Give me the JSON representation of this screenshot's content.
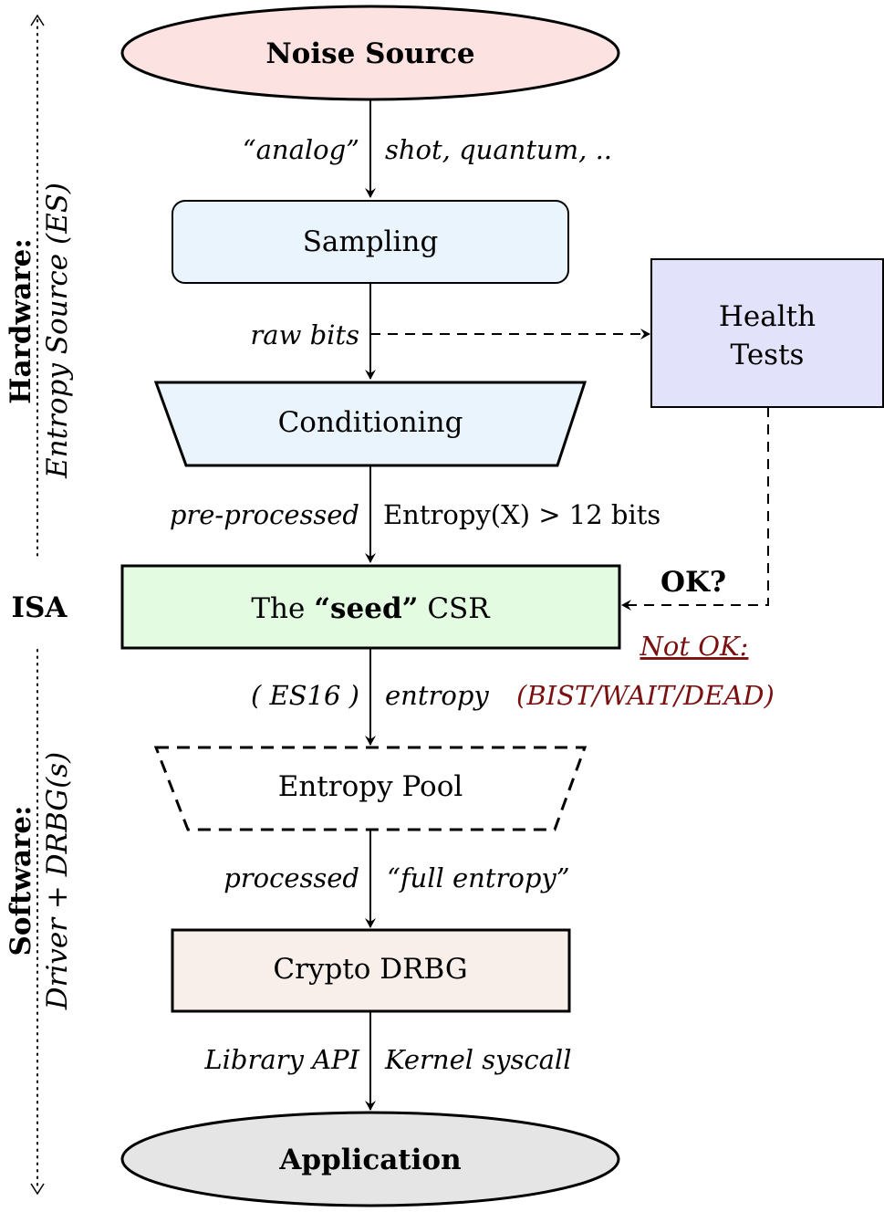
{
  "nodes": {
    "noise_source": "Noise Source",
    "sampling": "Sampling",
    "conditioning": "Conditioning",
    "health_tests_line1": "Health",
    "health_tests_line2": "Tests",
    "seed_prefix": "The",
    "seed_bold": "“seed”",
    "seed_suffix": "CSR",
    "entropy_pool": "Entropy Pool",
    "crypto_drbg": "Crypto DRBG",
    "application": "Application"
  },
  "edges": {
    "analog_left": "“analog”",
    "analog_right": "shot, quantum, ..",
    "raw_bits": "raw bits",
    "preprocessed_left": "pre-processed",
    "preprocessed_right": "Entropy(X) > 12 bits",
    "ok": "OK?",
    "not_ok": "Not OK:",
    "es16_left": "( ES16 )",
    "es16_right": "entropy",
    "es16_status": "(BIST/WAIT/DEAD)",
    "processed_left": "processed",
    "processed_right": "“full entropy”",
    "api_left": "Library API",
    "api_right": "Kernel syscall"
  },
  "side": {
    "hardware_bold": "Hardware:",
    "hardware_italic": "Entropy Source (ES)",
    "isa": "ISA",
    "software_bold": "Software:",
    "software_italic": "Driver + DRBG(s)"
  },
  "colors": {
    "noise_fill": "#fde2e2",
    "sampling_fill": "#eaf4fd",
    "conditioning_fill": "#eaf4fd",
    "health_fill": "#e2e2fb",
    "seed_fill": "#e3fbe1",
    "drbg_fill": "#f8efea",
    "application_fill": "#e5e5e5",
    "not_ok_text": "#7a1010"
  }
}
